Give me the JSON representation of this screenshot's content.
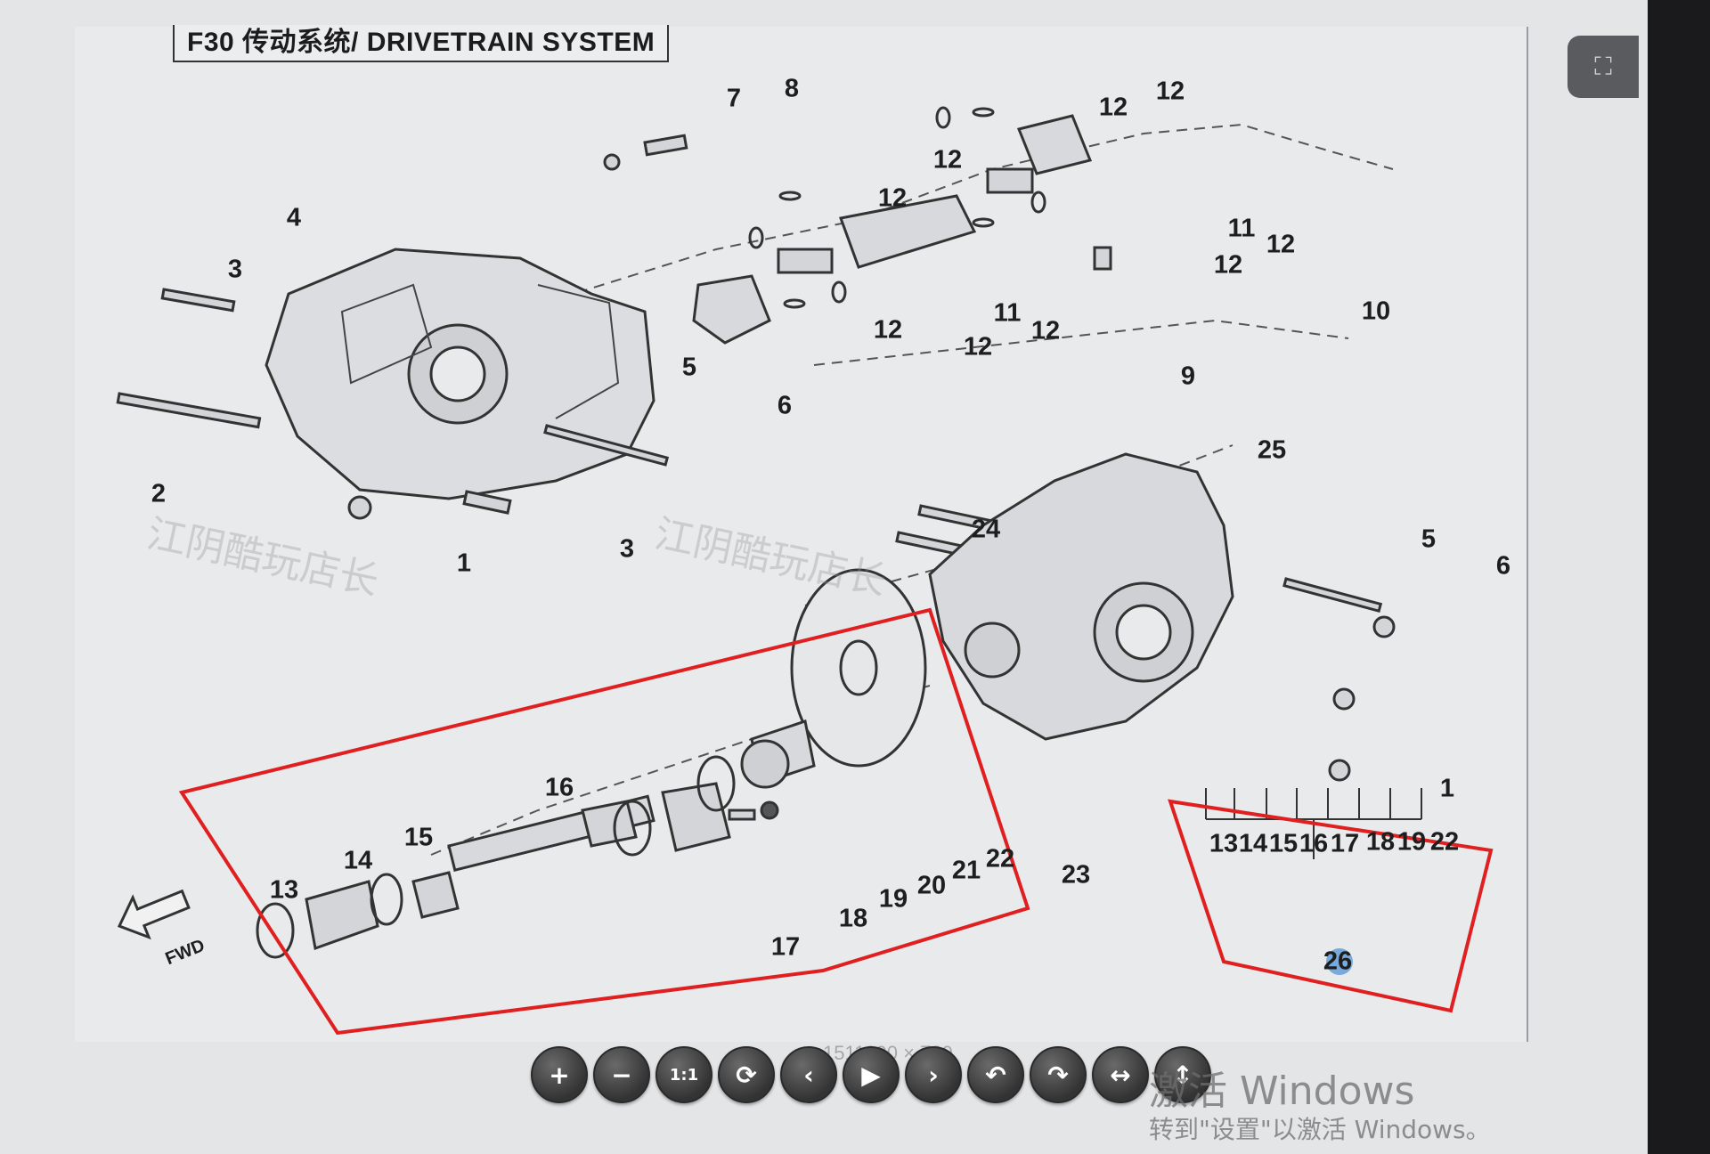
{
  "diagram": {
    "title": "F30 传动系统/ DRIVETRAIN SYSTEM",
    "fwd_label": "FWD",
    "callouts": [
      "1",
      "2",
      "3",
      "3",
      "4",
      "5",
      "6",
      "7",
      "8",
      "9",
      "10",
      "11",
      "11",
      "12",
      "12",
      "12",
      "12",
      "12",
      "12",
      "12",
      "12",
      "12",
      "13",
      "14",
      "15",
      "16",
      "17",
      "18",
      "19",
      "20",
      "21",
      "22",
      "23",
      "24",
      "25",
      "5",
      "6",
      "1"
    ],
    "assembly_box": {
      "members": [
        "13",
        "14",
        "15",
        "16",
        "17",
        "18",
        "19",
        "22"
      ],
      "assembly": "26"
    },
    "watermarks": [
      "江阴酷玩店长",
      "江阴酷玩店长"
    ],
    "annotation_color": "#e02020"
  },
  "viewer": {
    "toolbar": [
      {
        "name": "zoom-in-button",
        "icon": "zoom-in-icon",
        "glyph": "+"
      },
      {
        "name": "zoom-out-button",
        "icon": "zoom-out-icon",
        "glyph": "−"
      },
      {
        "name": "actual-size-button",
        "icon": "actual-size-icon",
        "glyph": "1:1"
      },
      {
        "name": "refresh-button",
        "icon": "refresh-icon",
        "glyph": "⟳"
      },
      {
        "name": "previous-button",
        "icon": "chevron-left-icon",
        "glyph": "‹"
      },
      {
        "name": "play-button",
        "icon": "play-icon",
        "glyph": "▶"
      },
      {
        "name": "next-button",
        "icon": "chevron-right-icon",
        "glyph": "›"
      },
      {
        "name": "rotate-left-button",
        "icon": "rotate-left-icon",
        "glyph": "↶"
      },
      {
        "name": "rotate-right-button",
        "icon": "rotate-right-icon",
        "glyph": "↷"
      },
      {
        "name": "flip-horizontal-button",
        "icon": "flip-horizontal-icon",
        "glyph": "↔"
      },
      {
        "name": "flip-vertical-button",
        "icon": "flip-vertical-icon",
        "glyph": "↕"
      }
    ],
    "image_size": "1511090 × 780"
  },
  "windows_activation": {
    "title": "激活 Windows",
    "subtitle": "转到\"设置\"以激活 Windows。"
  }
}
